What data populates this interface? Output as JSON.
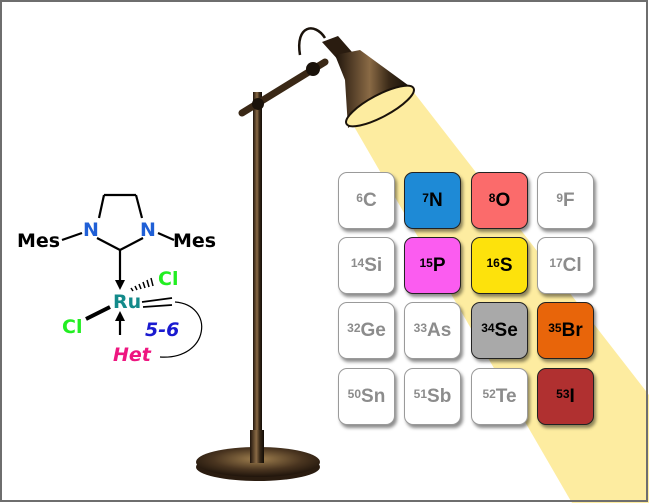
{
  "structure": {
    "mes_left": "Mes",
    "mes_right": "Mes",
    "n_left": "N",
    "n_right": "N",
    "metal": "Ru",
    "cl_top": "Cl",
    "cl_left": "Cl",
    "het": "Het",
    "ring_size": "5-6"
  },
  "colors": {
    "N": "#1f5fd6",
    "Ru": "#138a8a",
    "Cl": "#22ee22",
    "Het": "#ee1680",
    "ring_size": "#1a1ad0",
    "beam": "#fdeca0"
  },
  "elements": [
    {
      "num": "6",
      "sym": "C",
      "color": null
    },
    {
      "num": "7",
      "sym": "N",
      "color": "#1e8ad6"
    },
    {
      "num": "8",
      "sym": "O",
      "color": "#fb6b6b"
    },
    {
      "num": "9",
      "sym": "F",
      "color": null
    },
    {
      "num": "14",
      "sym": "Si",
      "color": null
    },
    {
      "num": "15",
      "sym": "P",
      "color": "#fb5cf0"
    },
    {
      "num": "16",
      "sym": "S",
      "color": "#fde20c"
    },
    {
      "num": "17",
      "sym": "Cl",
      "color": null
    },
    {
      "num": "32",
      "sym": "Ge",
      "color": null
    },
    {
      "num": "33",
      "sym": "As",
      "color": null
    },
    {
      "num": "34",
      "sym": "Se",
      "color": "#a9a9a9"
    },
    {
      "num": "35",
      "sym": "Br",
      "color": "#e8650a"
    },
    {
      "num": "50",
      "sym": "Sn",
      "color": null
    },
    {
      "num": "51",
      "sym": "Sb",
      "color": null
    },
    {
      "num": "52",
      "sym": "Te",
      "color": null
    },
    {
      "num": "53",
      "sym": "I",
      "color": "#b03030"
    }
  ]
}
